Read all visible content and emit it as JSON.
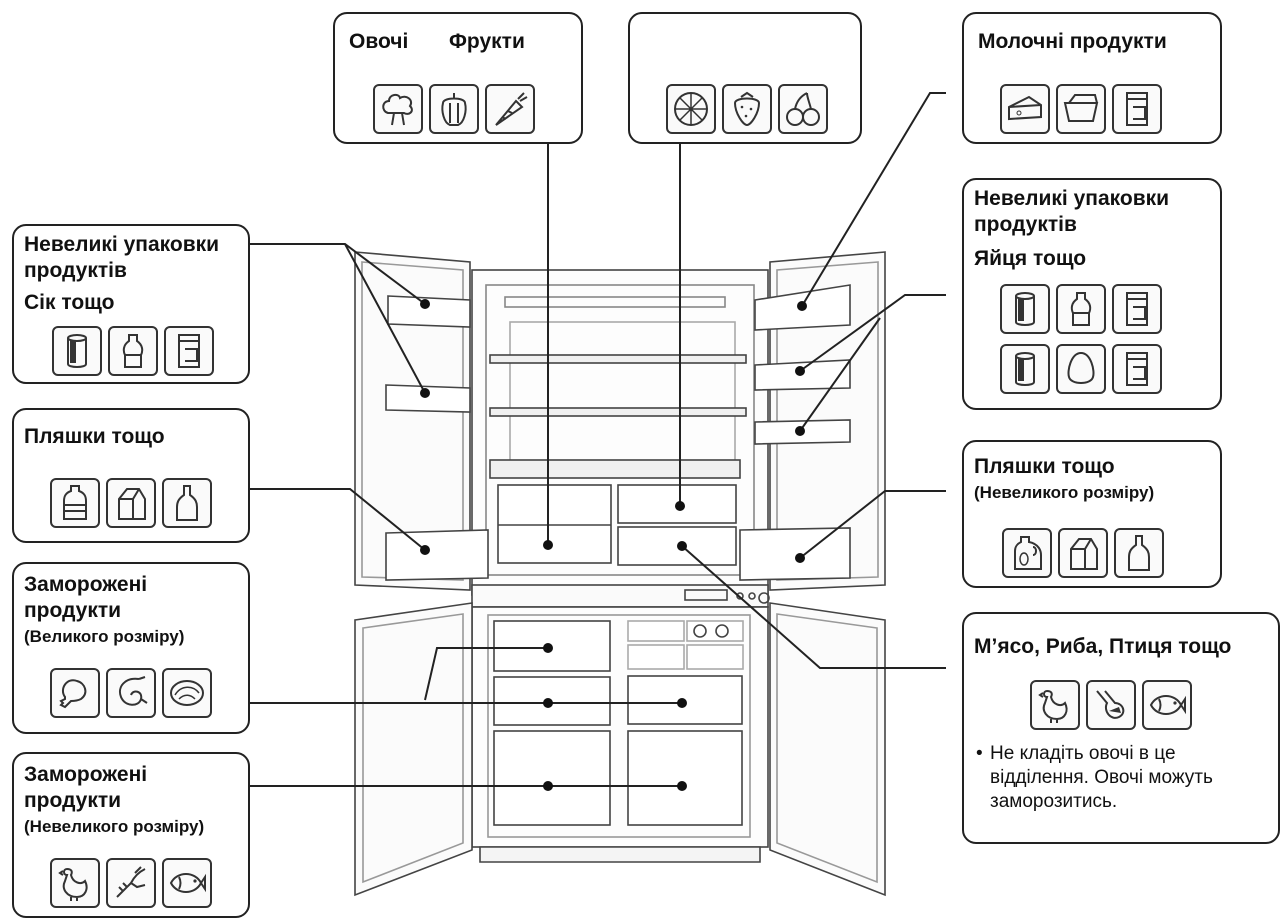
{
  "labels": {
    "vegetables": "Овочі",
    "fruits": "Фрукти",
    "dairy": "Молочні продукти",
    "small_packs_left_1": "Невеликі упаковки",
    "small_packs_left_2": "продуктів",
    "juice": "Сік тощо",
    "small_packs_right_1": "Невеликі упаковки",
    "small_packs_right_2": "продуктів",
    "eggs": "Яйця тощо",
    "bottles_left": "Пляшки тощо",
    "bottles_right": "Пляшки тощо",
    "bottles_right_sub": "(Невеликого розміру)",
    "frozen_large_1": "Заморожені",
    "frozen_large_2": "продукти",
    "frozen_large_sub": "(Великого розміру)",
    "frozen_small_1": "Заморожені",
    "frozen_small_2": "продукти",
    "frozen_small_sub": "(Невеликого розміру)",
    "meat": "М’ясо, Риба, Птиця тощо",
    "note_bullet": "•",
    "note_1": "Не кладіть овочі в це",
    "note_2": "відділення. Овочі можуть",
    "note_3": "заморозитись."
  },
  "icons": {
    "vegetables": [
      "broccoli-icon",
      "pepper-icon",
      "carrot-icon"
    ],
    "fruits": [
      "orange-slice-icon",
      "strawberry-icon",
      "cherry-icon"
    ],
    "dairy": [
      "cheese-icon",
      "butter-icon",
      "carton-icon"
    ],
    "left_small": [
      "can-icon",
      "sauce-bottle-icon",
      "carton-icon"
    ],
    "right_small": [
      "can-icon",
      "sauce-bottle-icon",
      "carton-icon",
      "can-icon",
      "egg-icon",
      "carton-icon"
    ],
    "bottles_left": [
      "water-bottle-icon",
      "milk-carton-icon",
      "wine-bottle-icon"
    ],
    "bottles_right": [
      "jug-icon",
      "milk-carton-icon",
      "wine-bottle-icon"
    ],
    "frozen_large": [
      "chicken-leg-icon",
      "shrimp-icon",
      "fish-steak-icon"
    ],
    "frozen_small": [
      "chicken-icon",
      "lobster-icon",
      "fish-icon"
    ],
    "meat": [
      "chicken-icon",
      "meat-icon",
      "fish-icon"
    ]
  }
}
